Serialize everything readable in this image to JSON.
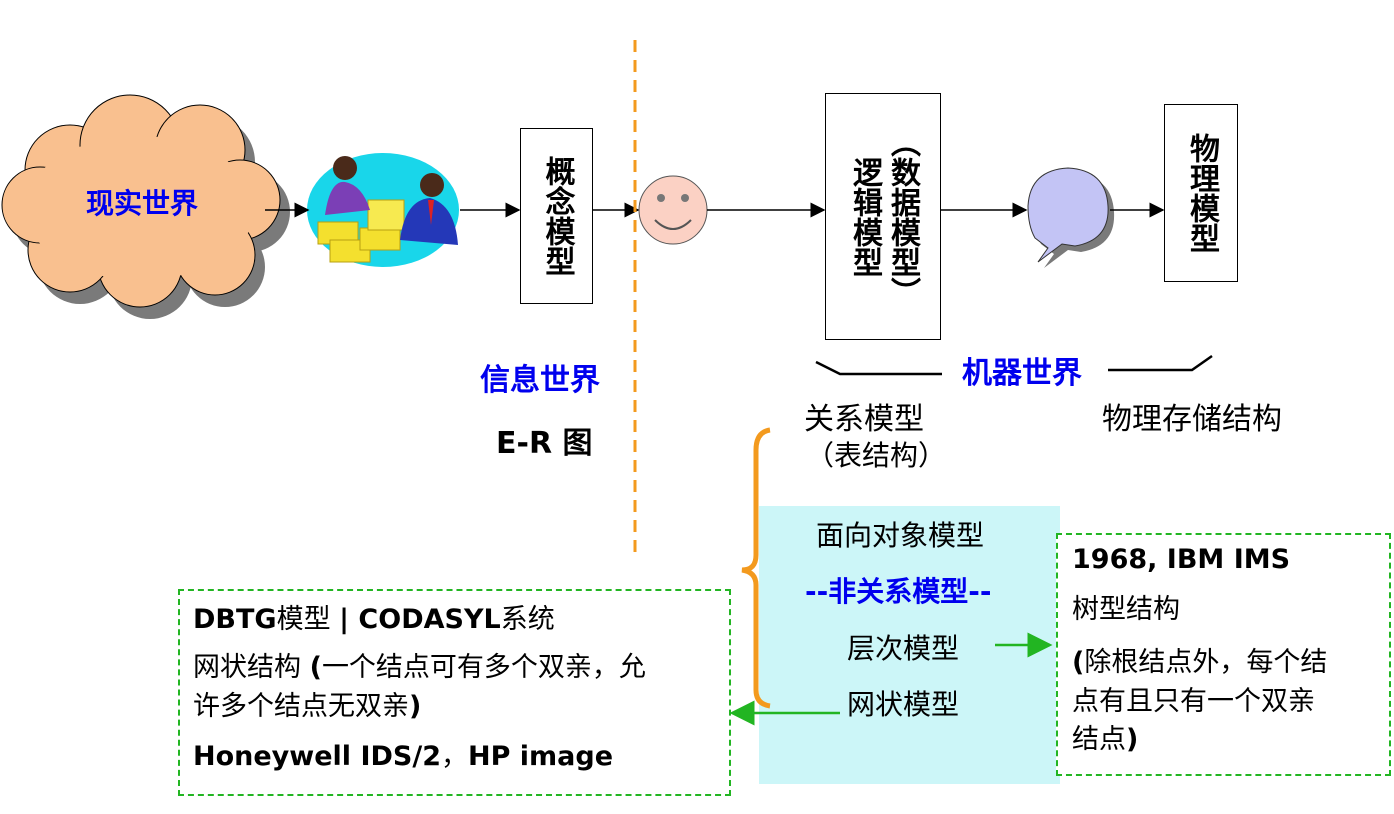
{
  "flow": {
    "real_world": "现实世界",
    "concept_model": "概念模型",
    "logic_model_main": "逻辑模型",
    "logic_model_sub": "（数据模型）",
    "physical_model": "物理模型"
  },
  "labels": {
    "info_world": "信息世界",
    "er_diagram": "E-R 图",
    "machine_world": "机器世界",
    "relational_model": "关系模型",
    "table_structure": "（表结构）",
    "physical_storage": "物理存储结构"
  },
  "model_list": {
    "object_oriented": "面向对象模型",
    "non_relational": "--非关系模型--",
    "hierarchical": "层次模型",
    "network": "网状模型"
  },
  "network_box": {
    "line1_bold1": "DBTG",
    "line1_text1": "模型 ",
    "line1_bold2": "| CODASYL",
    "line1_text2": "系统",
    "line2_text1": "网状结构 ",
    "line2_bold1": "(",
    "line2_text2": "一个结点可有多个双亲，允",
    "line3_text": "许多个结点无双亲",
    "line3_bold": ")",
    "line4_bold1": "Honeywell IDS/2",
    "line4_text": "，",
    "line4_bold2": "HP image"
  },
  "hierarchy_box": {
    "line1": "1968, IBM IMS",
    "line2": "树型结构",
    "line3_bold": "(",
    "line3_text": "除根结点外，每个结",
    "line4": "点有且只有一个双亲",
    "line5_text": "结点",
    "line5_bold": ")"
  },
  "colors": {
    "cloud_fill": "#f9c08f",
    "cloud_shadow": "#7a7a7a",
    "blue_text": "#0000ee",
    "orange_divider": "#f39a1e",
    "green_dashed": "#22b522",
    "cyan_panel": "#ccf6f8",
    "face_fill": "#fbd1c4",
    "bubble_fill": "#c3c4f5"
  }
}
